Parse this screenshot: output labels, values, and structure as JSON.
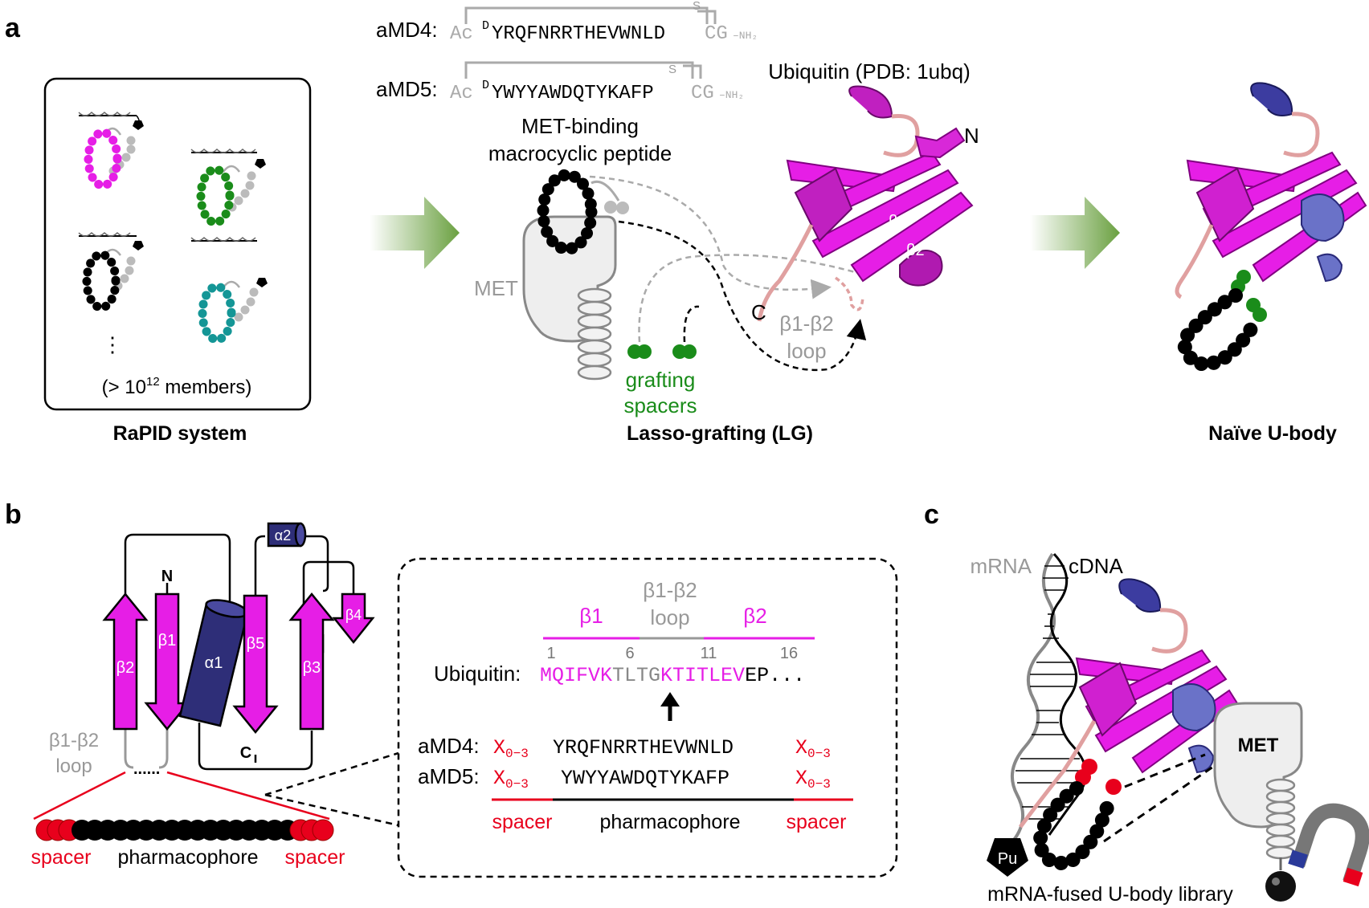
{
  "panels": {
    "a": {
      "letter": "a",
      "rapid": {
        "title": "RaPID system",
        "dots": "⋮",
        "members_pre": "(> 10",
        "members_exp": "12",
        "members_post": " members)"
      },
      "peptides": {
        "amd4_label": "aMD4:",
        "amd4_ac": "Ac",
        "amd4_d": "D",
        "amd4_seq": "YRQFNRRTHEVWNLD",
        "amd4_cg": "CG",
        "amd4_nh2": "–NH₂",
        "amd5_label": "aMD5:",
        "amd5_ac": "Ac",
        "amd5_d": "D",
        "amd5_seq": "YWYYAWDQTYKAFP",
        "amd5_cg": "CG",
        "amd5_nh2": "–NH₂",
        "s_label": "S"
      },
      "lasso": {
        "met_binding_line1": "MET-binding",
        "met_binding_line2": "macrocyclic peptide",
        "met": "MET",
        "grafting_line1": "grafting",
        "grafting_line2": "spacers",
        "title": "Lasso-grafting (LG)"
      },
      "ubiquitin": {
        "title": "Ubiquitin (PDB: 1ubq)",
        "n": "N",
        "c": "C",
        "b1": "β1",
        "b2": "β2",
        "loop_line1": "β1-β2",
        "loop_line2": "loop"
      },
      "ubody": {
        "title": "Naïve U-body"
      }
    },
    "b": {
      "letter": "b",
      "topology": {
        "n": "N",
        "c": "C",
        "a1": "α1",
        "a2": "α2",
        "b1": "β1",
        "b2": "β2",
        "b3": "β3",
        "b4": "β4",
        "b5": "β5",
        "loop_line1": "β1-β2",
        "loop_line2": "loop",
        "dots": "......",
        "spacer_left": "spacer",
        "pharmacophore": "pharmacophore",
        "spacer_right": "spacer"
      },
      "sequence": {
        "b1": "β1",
        "loop_line1": "β1-β2",
        "loop_line2": "loop",
        "b2": "β2",
        "pos1": "1",
        "pos6": "6",
        "pos11": "11",
        "pos16": "16",
        "ubiquitin_label": "Ubiquitin:",
        "seq_b1": "MQIFVK",
        "seq_loop": "TLTG",
        "seq_b2": "KTITLEV",
        "seq_rest": "EP...",
        "amd4_label": "aMD4:",
        "amd4_seq": "YRQFNRRTHEVWNLD",
        "amd5_label": "aMD5:",
        "amd5_seq": "YWYYAWDQTYKAFP",
        "x": "X",
        "x_sub": "0−3",
        "spacer_left": "spacer",
        "pharmacophore": "pharmacophore",
        "spacer_right": "spacer"
      }
    },
    "c": {
      "letter": "c",
      "mrna": "mRNA",
      "cdna": "cDNA",
      "pu": "Pu",
      "met": "MET",
      "library": "mRNA-fused U-body library"
    }
  },
  "colors": {
    "magenta": "#e61ee6",
    "navy": "#2e2e78",
    "green": "#1a8c1a",
    "teal": "#149696",
    "gray": "#9a9a9a",
    "red": "#e8001c",
    "pink": "#e0a0a0",
    "arrow_green": "#6aa040"
  }
}
